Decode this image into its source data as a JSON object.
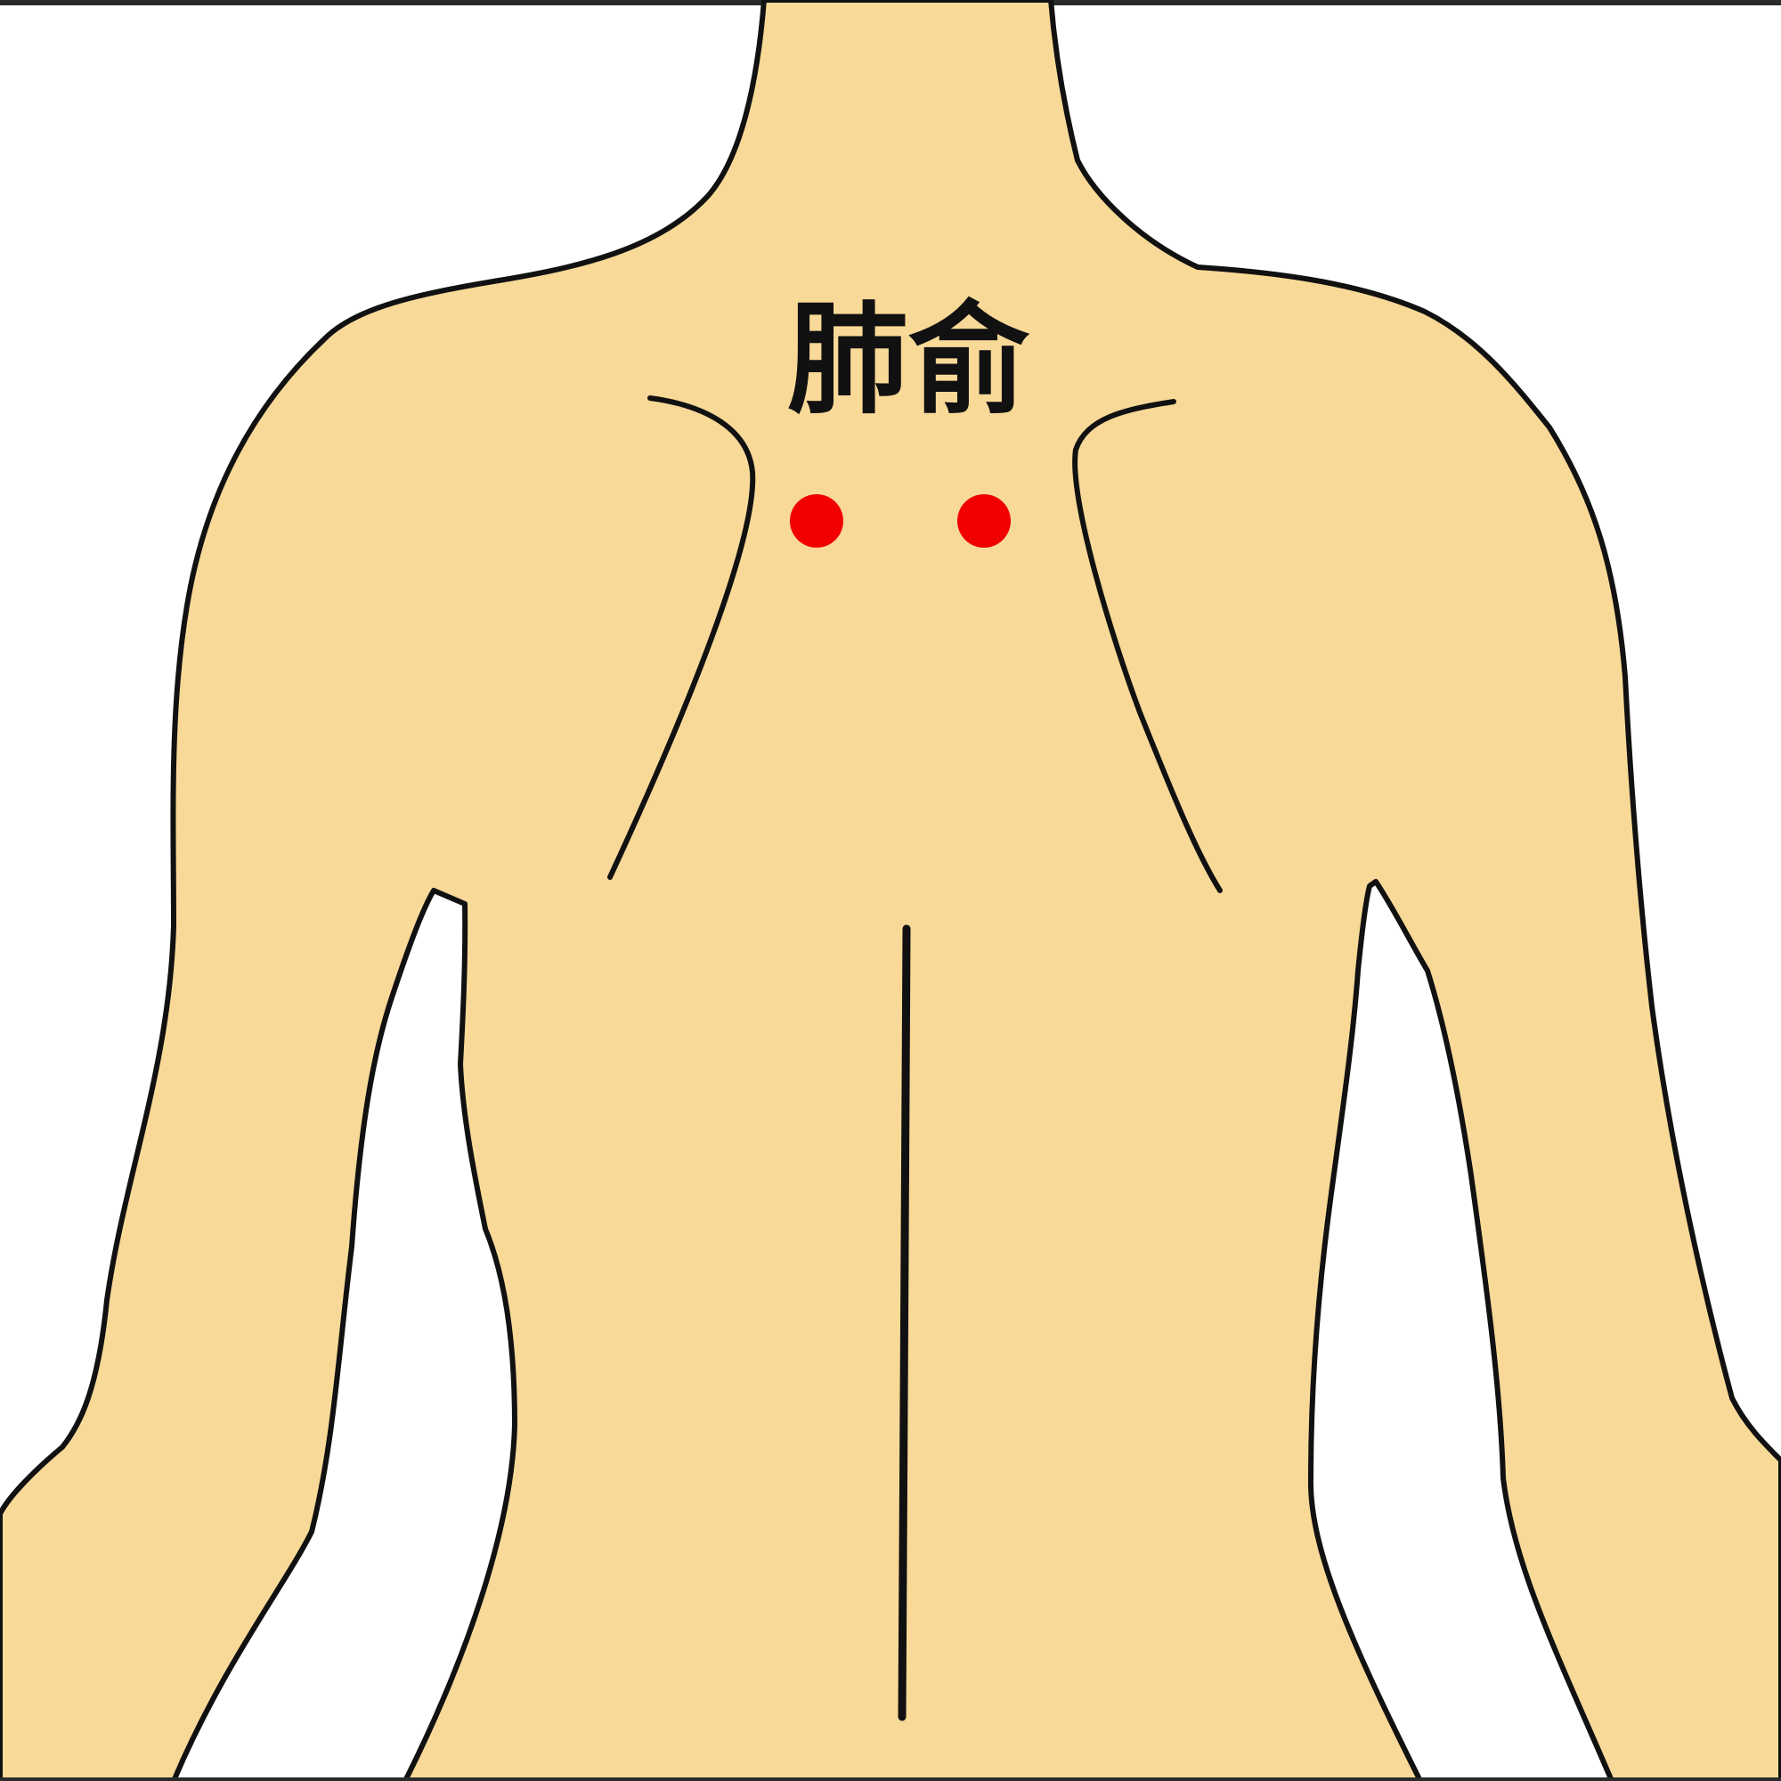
{
  "diagram": {
    "acupoint_label": "肺俞",
    "colors": {
      "skin": "#f9d998",
      "outline": "#111111",
      "point": "#f20000",
      "background": "#ffffff"
    },
    "points": [
      {
        "name": "left"
      },
      {
        "name": "right"
      }
    ]
  }
}
